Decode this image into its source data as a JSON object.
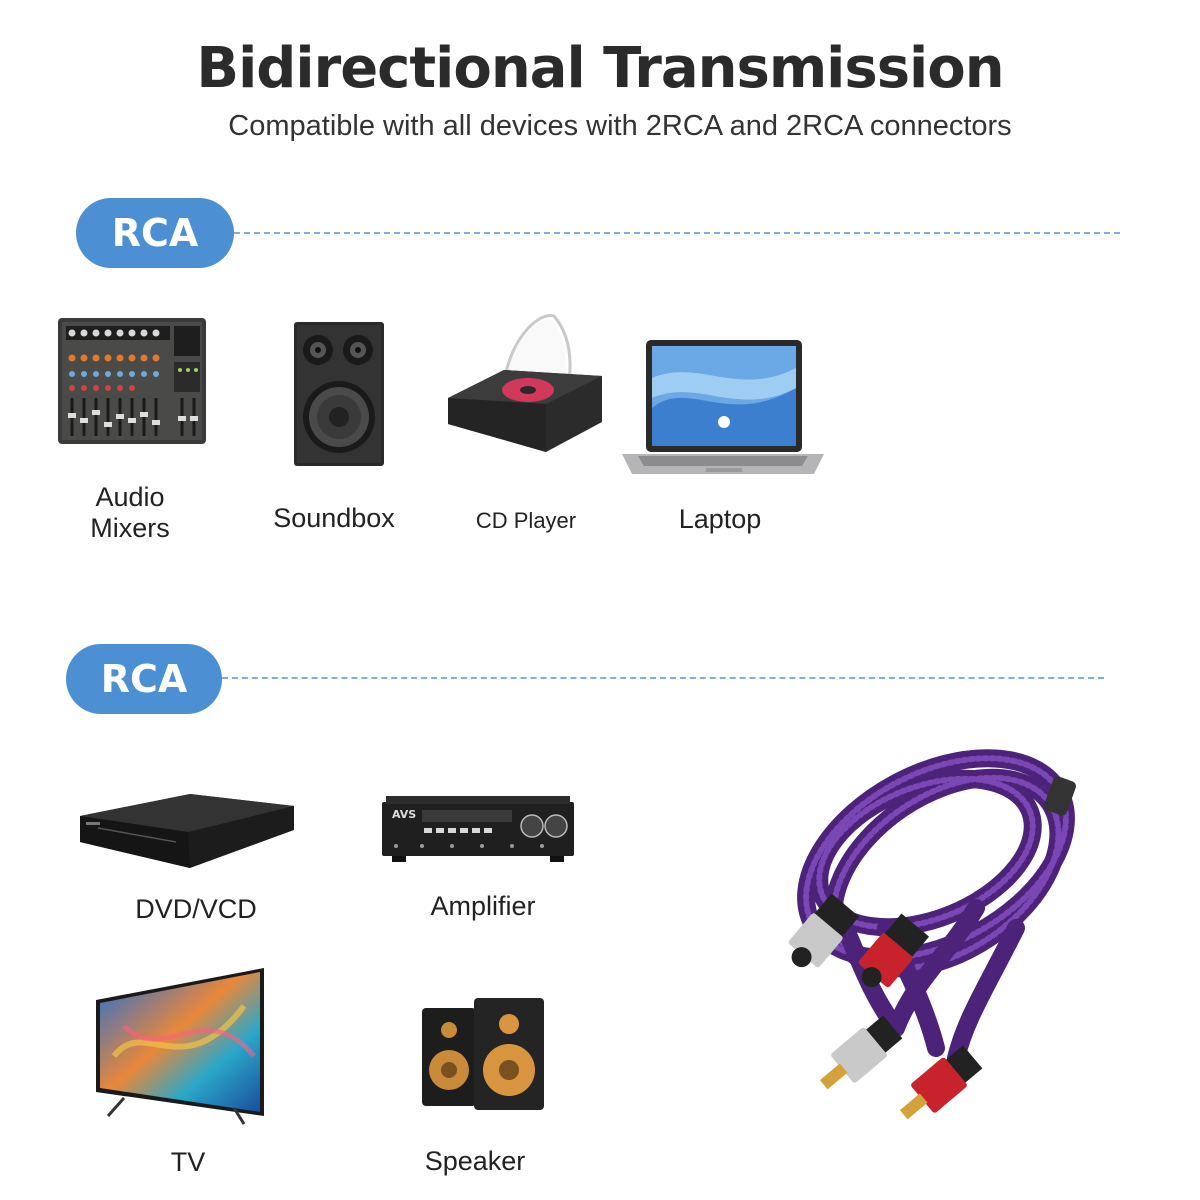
{
  "title": "Bidirectional Transmission",
  "subtitle": "Compatible with all devices with  2RCA and 2RCA connectors",
  "section1": {
    "badge": "RCA",
    "devices": [
      {
        "label_line1": "Audio",
        "label_line2": "Mixers",
        "icon": "audio-mixer-icon"
      },
      {
        "label": "Soundbox",
        "icon": "soundbox-icon"
      },
      {
        "label": "CD Player",
        "icon": "cd-player-icon"
      },
      {
        "label": "Laptop",
        "icon": "laptop-icon"
      }
    ]
  },
  "section2": {
    "badge": "RCA",
    "devices": [
      {
        "label": "DVD/VCD",
        "icon": "dvd-player-icon"
      },
      {
        "label": "Amplifier",
        "icon": "amplifier-icon"
      },
      {
        "label": "TV",
        "icon": "tv-icon"
      },
      {
        "label": "Speaker",
        "icon": "speaker-icon"
      }
    ]
  },
  "product": {
    "icon": "rca-cable-icon"
  },
  "amplifier_brand": "AVS",
  "colors": {
    "badge": "#4d8fd3",
    "dash": "#7fb0dd",
    "cable_purple": "#5a2c8a",
    "plug_red": "#c8232c",
    "plug_silver": "#c9c9c9"
  }
}
